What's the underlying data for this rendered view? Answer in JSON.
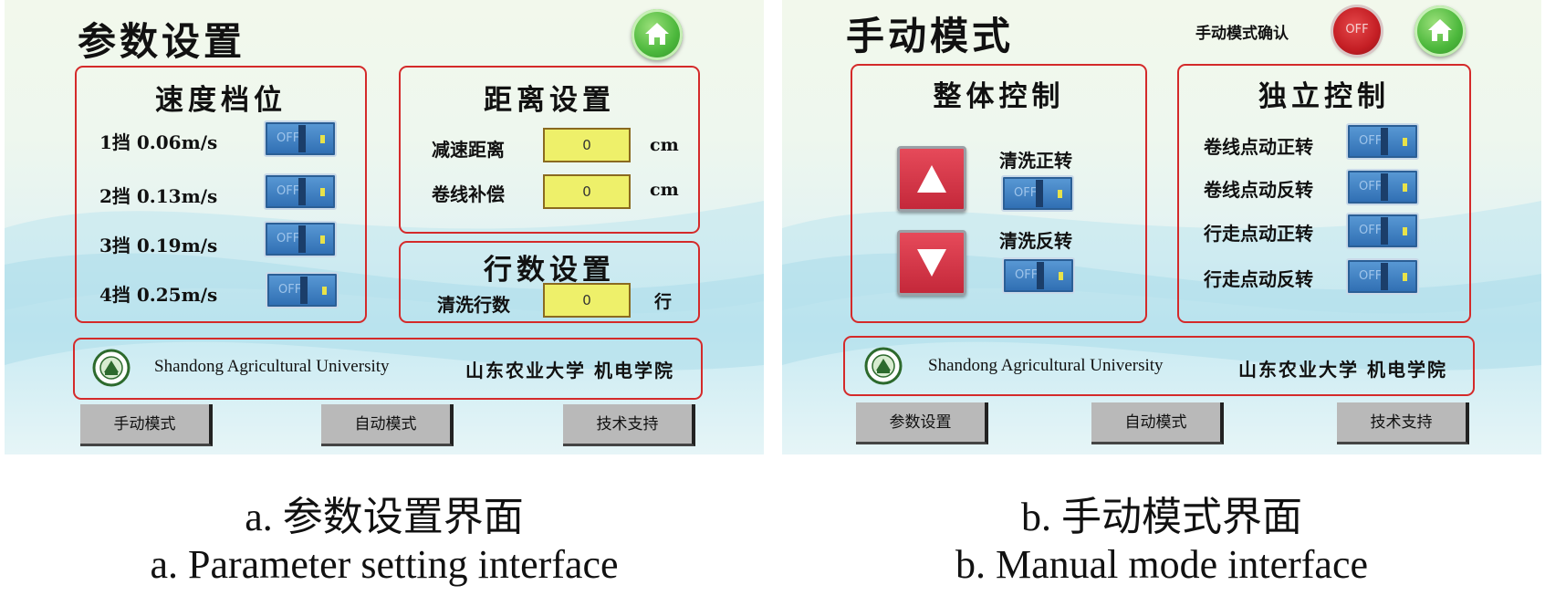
{
  "screen_a": {
    "title": "参数设置",
    "speed_panel": {
      "title": "速度档位",
      "rows": [
        {
          "label": "1挡 0.06m/s",
          "toggle": "OFF"
        },
        {
          "label": "2挡 0.13m/s",
          "toggle": "OFF"
        },
        {
          "label": "3挡 0.19m/s",
          "toggle": "OFF"
        },
        {
          "label": "4挡 0.25m/s",
          "toggle": "OFF"
        }
      ]
    },
    "distance_panel": {
      "title": "距离设置",
      "rows": [
        {
          "label": "减速距离",
          "value": "0",
          "unit": "cm"
        },
        {
          "label": "卷线补偿",
          "value": "0",
          "unit": "cm"
        }
      ]
    },
    "rows_panel": {
      "title": "行数设置",
      "label": "清洗行数",
      "value": "0",
      "unit": "行"
    },
    "footer": {
      "en": "Shandong Agricultural University",
      "cn": "山东农业大学 机电学院"
    },
    "nav": [
      "手动模式",
      "自动模式",
      "技术支持"
    ]
  },
  "screen_b": {
    "title": "手动模式",
    "confirm_label": "手动模式确认",
    "confirm_state": "OFF",
    "overall_panel": {
      "title": "整体控制",
      "rows": [
        {
          "label": "清洗正转",
          "toggle": "OFF"
        },
        {
          "label": "清洗反转",
          "toggle": "OFF"
        }
      ]
    },
    "independent_panel": {
      "title": "独立控制",
      "rows": [
        {
          "label": "卷线点动正转",
          "toggle": "OFF"
        },
        {
          "label": "卷线点动反转",
          "toggle": "OFF"
        },
        {
          "label": "行走点动正转",
          "toggle": "OFF"
        },
        {
          "label": "行走点动反转",
          "toggle": "OFF"
        }
      ]
    },
    "footer": {
      "en": "Shandong Agricultural University",
      "cn": "山东农业大学 机电学院"
    },
    "nav": [
      "参数设置",
      "自动模式",
      "技术支持"
    ]
  },
  "captions": {
    "a_cn": "a. 参数设置界面",
    "a_en": "a. Parameter setting interface",
    "b_cn": "b. 手动模式界面",
    "b_en": "b. Manual mode interface"
  },
  "colors": {
    "panel_border": "#d42a2a",
    "toggle_blue": "#2e6db2",
    "input_yellow": "#eef06a",
    "home_green": "#4cb83c"
  }
}
